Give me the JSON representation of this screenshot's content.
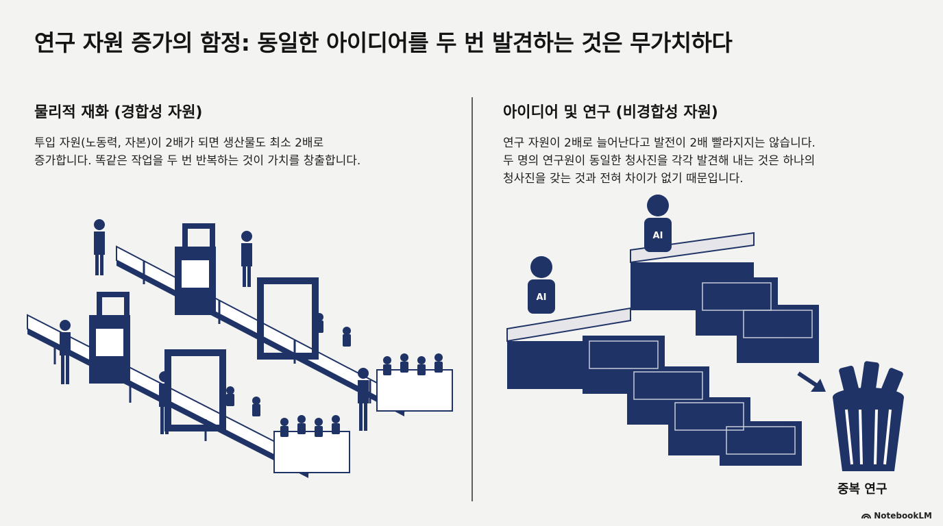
{
  "title": "연구 자원 증가의 함정: 동일한 아이디어를 두 번 발견하는 것은 무가치하다",
  "left": {
    "heading": "물리적 재화 (경합성 자원)",
    "body_lines": [
      "투입 자원(노동력, 자본)이 2배가 되면 생산물도 최소 2배로",
      "증가합니다. 똑같은 작업을 두 번 반복하는 것이 가치를 창출합니다."
    ]
  },
  "right": {
    "heading": "아이디어 및 연구 (비경합성 자원)",
    "body_lines": [
      "연구 자원이 2배로 늘어난다고 발전이 2배 빨라지지는 않습니다.",
      "두 명의 연구원이 동일한 청사진을 각각 발견해 내는 것은 하나의",
      "청사진을 갖는 것과 전혀 차이가 없기 때문입니다."
    ],
    "robot_badge": "AI",
    "bin_label": "중복 연구"
  },
  "branding": "NotebookLM",
  "colors": {
    "navy": "#1f3366",
    "light_gray": "#e6e6ea",
    "text": "#141414"
  }
}
